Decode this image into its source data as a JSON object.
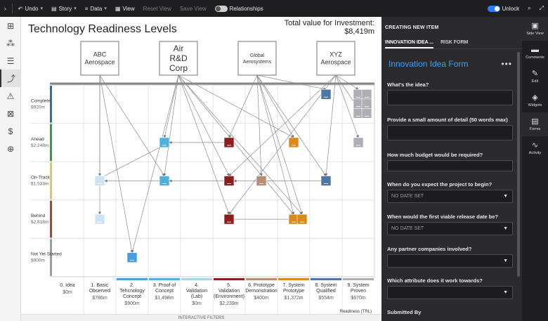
{
  "toolbar": {
    "undo": "Undo",
    "story": "Story",
    "data": "Data",
    "view": "View",
    "reset_view": "Reset View",
    "save_view": "Save View",
    "relationships": "Relationships",
    "unlock": "Unlock"
  },
  "canvas": {
    "title": "Technology Readiness Levels",
    "total_label": "Total value for Investment:",
    "total_value": "$8,419m",
    "filters_label": "INTERACTIVE FILTERS",
    "x_axis_caption": "Readiness (TRL)"
  },
  "chart_data": {
    "type": "scatter",
    "title": "Technology Readiness Levels",
    "organizations": [
      "ABC Aerospace",
      "Air R&D Corp",
      "Global Aerosystems",
      "XYZ Aerospace"
    ],
    "rows": [
      {
        "label": "Complete",
        "value": "$920m",
        "color": "#2a6fb0"
      },
      {
        "label": "Ahead",
        "value": "$2,248m",
        "color": "#2e9e48"
      },
      {
        "label": "On-Track",
        "value": "$1,533m",
        "color": "#d9cc5b"
      },
      {
        "label": "Behind",
        "value": "$2,818m",
        "color": "#c0392b"
      },
      {
        "label": "Not Yet Started",
        "value": "$900m",
        "color": "#9e9e9e"
      }
    ],
    "columns": [
      {
        "label": "0. Idea",
        "value": "$0m",
        "color": ""
      },
      {
        "label": "1. Basic Observed",
        "value": "$786m",
        "color": ""
      },
      {
        "label": "2. Tehcnology Concept",
        "value": "$900m",
        "color": "#4a9edc"
      },
      {
        "label": "3. Proof of Concept",
        "value": "$1,498m",
        "color": "#4fb0e0"
      },
      {
        "label": "4. Validation (Lab)",
        "value": "$0m",
        "color": "#a6d6ec"
      },
      {
        "label": "5. Validation (Environment)",
        "value": "$2,239m",
        "color": "#8e1d1d"
      },
      {
        "label": "6. Prototype Demonstration",
        "value": "$400m",
        "color": "#b78d73"
      },
      {
        "label": "7. System Prototype",
        "value": "$1,372m",
        "color": "#d98a1c"
      },
      {
        "label": "8. System Qualified",
        "value": "$554m",
        "color": "#4f76a3"
      },
      {
        "label": "9. System Proven",
        "value": "$670m",
        "color": "#b0aeb5"
      }
    ],
    "items": [
      {
        "col": 3,
        "row": 1,
        "color": "#4fb0e0"
      },
      {
        "col": 5,
        "row": 1,
        "color": "#8e1d1d"
      },
      {
        "col": 7,
        "row": 1,
        "color": "#d98a1c"
      },
      {
        "col": 1,
        "row": 2,
        "color": "#cfe4f3"
      },
      {
        "col": 3,
        "row": 2,
        "color": "#4fb0e0"
      },
      {
        "col": 5,
        "row": 2,
        "color": "#8e1d1d"
      },
      {
        "col": 6,
        "row": 2,
        "color": "#b78d73"
      },
      {
        "col": 8,
        "row": 2,
        "color": "#4f76a3"
      },
      {
        "col": 1,
        "row": 3,
        "color": "#cfe4f3"
      },
      {
        "col": 5,
        "row": 3,
        "color": "#8e1d1d"
      },
      {
        "col": 7,
        "row": 3,
        "color": "#d98a1c"
      },
      {
        "col": 7.5,
        "row": 3,
        "color": "#d98a1c"
      },
      {
        "col": 2,
        "row": 4,
        "color": "#4a9edc"
      },
      {
        "col": 8,
        "row": 0,
        "color": "#4f76a3"
      },
      {
        "col": 9,
        "row": 0,
        "color": "#b0aeb5"
      },
      {
        "col": 9,
        "row": 0.3,
        "color": "#b0aeb5"
      },
      {
        "col": 9.5,
        "row": 0,
        "color": "#b0aeb5"
      },
      {
        "col": 9.5,
        "row": 0.3,
        "color": "#b0aeb5"
      },
      {
        "col": 9,
        "row": 0.6,
        "color": "#b0aeb5"
      },
      {
        "col": 9.5,
        "row": 0.6,
        "color": "#b0aeb5"
      },
      {
        "col": 9,
        "row": 1,
        "color": "#b0aeb5"
      }
    ]
  },
  "panel": {
    "header": "CREATING NEW ITEM",
    "tab_form": "INNOVATION IDEA ...",
    "tab_risk": "RISK FORM",
    "form_title": "Innovation Idea Form",
    "q1": "What's the idea?",
    "q2": "Provide a small amount of detail (50 words max)",
    "q3": "How much budget would be required?",
    "q4": "When do you expect the project to begin?",
    "q4_value": "NO DATE SET",
    "q5": "When would the first viable release date be?",
    "q5_value": "NO DATE SET",
    "q6": "Any partner companies involved?",
    "q7": "Which attribute does it work towards?",
    "q8": "Submitted By"
  },
  "sidebar": {
    "side_view": "Side View",
    "comments": "Comments",
    "edit": "Edit",
    "widgets": "Widgets",
    "forms": "Forms",
    "activity": "Activity"
  }
}
